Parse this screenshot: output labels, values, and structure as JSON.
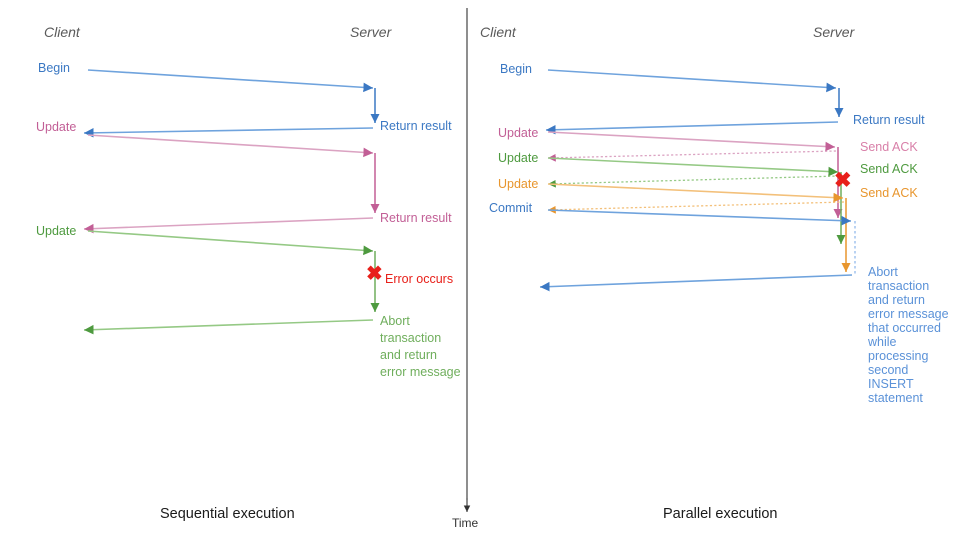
{
  "diagram": {
    "title": "Sequential vs Parallel transaction execution",
    "colors": {
      "blue": "#3b78c3",
      "blue_light": "#8ab4e8",
      "pink": "#c25f96",
      "pink_light": "#dba3c2",
      "green": "#4e9a3f",
      "green_light": "#95c985",
      "orange": "#e8962e",
      "orange_light": "#f3c07a",
      "red": "#e8201a",
      "axis": "#333333",
      "header": "#5a5a5a",
      "caption": "#1a1a1a"
    },
    "time_axis": {
      "label": "Time"
    },
    "panels": [
      {
        "id": "sequential",
        "caption": "Sequential execution",
        "lanes": {
          "client": "Client",
          "server": "Server"
        },
        "client_labels": [
          {
            "text": "Begin",
            "color": "blue"
          },
          {
            "text": "Update",
            "color": "pink"
          },
          {
            "text": "Update",
            "color": "green"
          }
        ],
        "server_labels": [
          {
            "text": "Return result",
            "color": "blue"
          },
          {
            "text": "Return result",
            "color": "pink"
          },
          {
            "text": "Abort transaction and return error message",
            "color": "green"
          }
        ],
        "error": {
          "mark": "✖",
          "text": "Error occurs",
          "color": "red"
        }
      },
      {
        "id": "parallel",
        "caption": "Parallel execution",
        "lanes": {
          "client": "Client",
          "server": "Server"
        },
        "client_labels": [
          {
            "text": "Begin",
            "color": "blue"
          },
          {
            "text": "Update",
            "color": "pink"
          },
          {
            "text": "Update",
            "color": "green"
          },
          {
            "text": "Update",
            "color": "orange"
          },
          {
            "text": "Commit",
            "color": "blue"
          }
        ],
        "server_labels": [
          {
            "text": "Return result",
            "color": "blue"
          },
          {
            "text": "Send ACK",
            "color": "pink"
          },
          {
            "text": "Send ACK",
            "color": "green"
          },
          {
            "text": "Send ACK",
            "color": "orange"
          },
          {
            "text": "Abort transaction and return error message that occurred while processing second INSERT statement",
            "color": "blue"
          }
        ],
        "error": {
          "mark": "✖",
          "text": "",
          "color": "red"
        }
      }
    ]
  },
  "text": {
    "left_abort_lines": [
      "Abort",
      "transaction",
      "and return",
      "error message"
    ],
    "right_abort_lines": [
      "Abort",
      "transaction",
      "and return",
      "error message",
      "that occurred",
      "while",
      "processing",
      "second",
      "INSERT",
      "statement"
    ],
    "left_client_begin": "Begin",
    "left_client_update1": "Update",
    "left_client_update2": "Update",
    "left_server_return1": "Return result",
    "left_server_return2": "Return result",
    "left_error": "Error occurs",
    "left_caption": "Sequential execution",
    "left_lane_client": "Client",
    "left_lane_server": "Server",
    "right_client_begin": "Begin",
    "right_client_update1": "Update",
    "right_client_update2": "Update",
    "right_client_update3": "Update",
    "right_client_commit": "Commit",
    "right_server_return": "Return result",
    "right_server_ack1": "Send ACK",
    "right_server_ack2": "Send ACK",
    "right_server_ack3": "Send ACK",
    "right_caption": "Parallel execution",
    "right_lane_client": "Client",
    "right_lane_server": "Server",
    "time": "Time",
    "error_mark": "✖"
  }
}
